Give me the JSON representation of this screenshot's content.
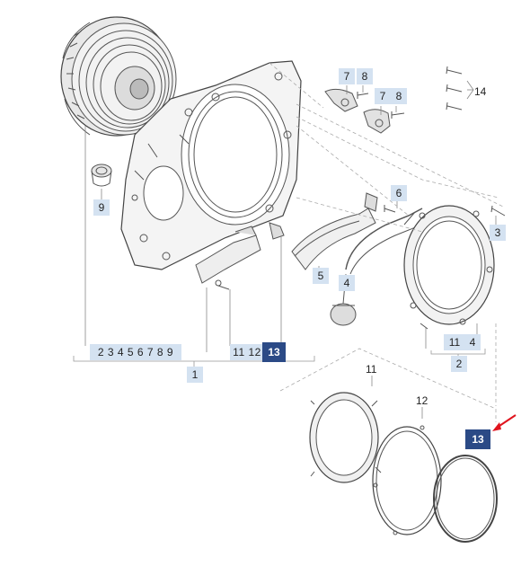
{
  "callouts": {
    "c1": "1",
    "c2": "2",
    "c3": "3",
    "c4_cover": "4",
    "c4": "4",
    "c5": "5",
    "c6": "6",
    "c7a": "7",
    "c8a": "8",
    "c7b": "7",
    "c8b": "8",
    "c9": "9",
    "c11": "11",
    "c11_detail": "11",
    "c12_detail": "12",
    "c13_detail": "13",
    "c14": "14",
    "group_left": "2 3 4 5 6 7 8 9",
    "group_mid": "11 12",
    "group_mid_hl": "13"
  },
  "colors": {
    "highlight": "#2b4a86",
    "callout_bg": "#d4e2f1",
    "arrow": "#e0141e"
  },
  "icons": [
    "arrow-indicator-icon"
  ]
}
